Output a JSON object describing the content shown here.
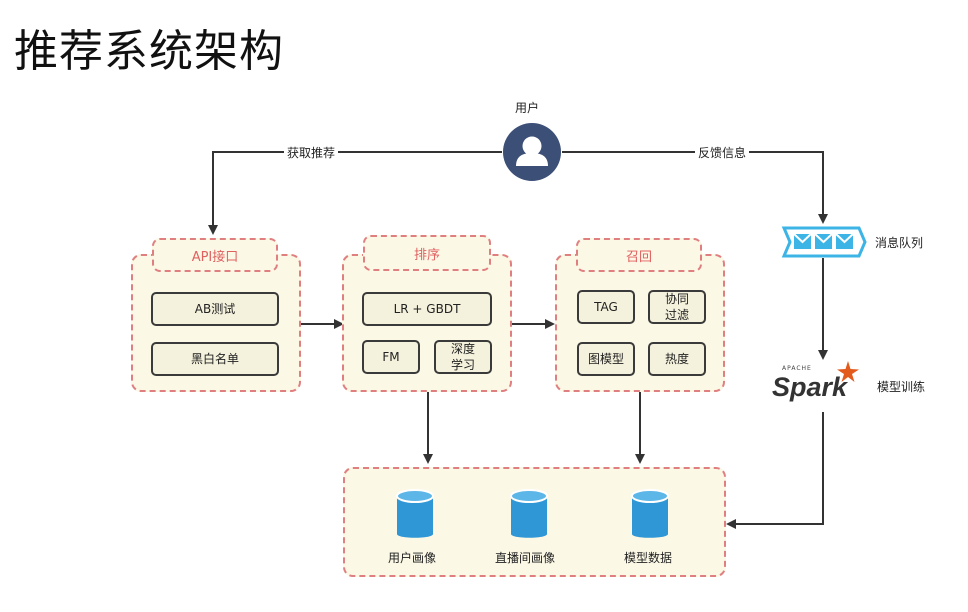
{
  "title": "推荐系统架构",
  "user": {
    "label": "用户"
  },
  "edges": {
    "get_recommend": "获取推荐",
    "feedback": "反馈信息"
  },
  "queue": {
    "label": "消息队列"
  },
  "spark": {
    "apache": "APACHE",
    "logo_text": "Spark",
    "label": "模型训练"
  },
  "api": {
    "title": "API接口",
    "items": [
      "AB测试",
      "黑白名单"
    ]
  },
  "rank": {
    "title": "排序",
    "items": [
      "LR + GBDT",
      "FM",
      "深度\n学习"
    ]
  },
  "recall": {
    "title": "召回",
    "items": [
      "TAG",
      "协同\n过滤",
      "图模型",
      "热度"
    ]
  },
  "storage": {
    "items": [
      "用户画像",
      "直播间画像",
      "模型数据"
    ]
  },
  "colors": {
    "panel_border": "#e07f7f",
    "panel_fill": "#fbf8e6",
    "db": "#2f97d6",
    "queue": "#3db4e6",
    "spark": "#e25a1c"
  }
}
